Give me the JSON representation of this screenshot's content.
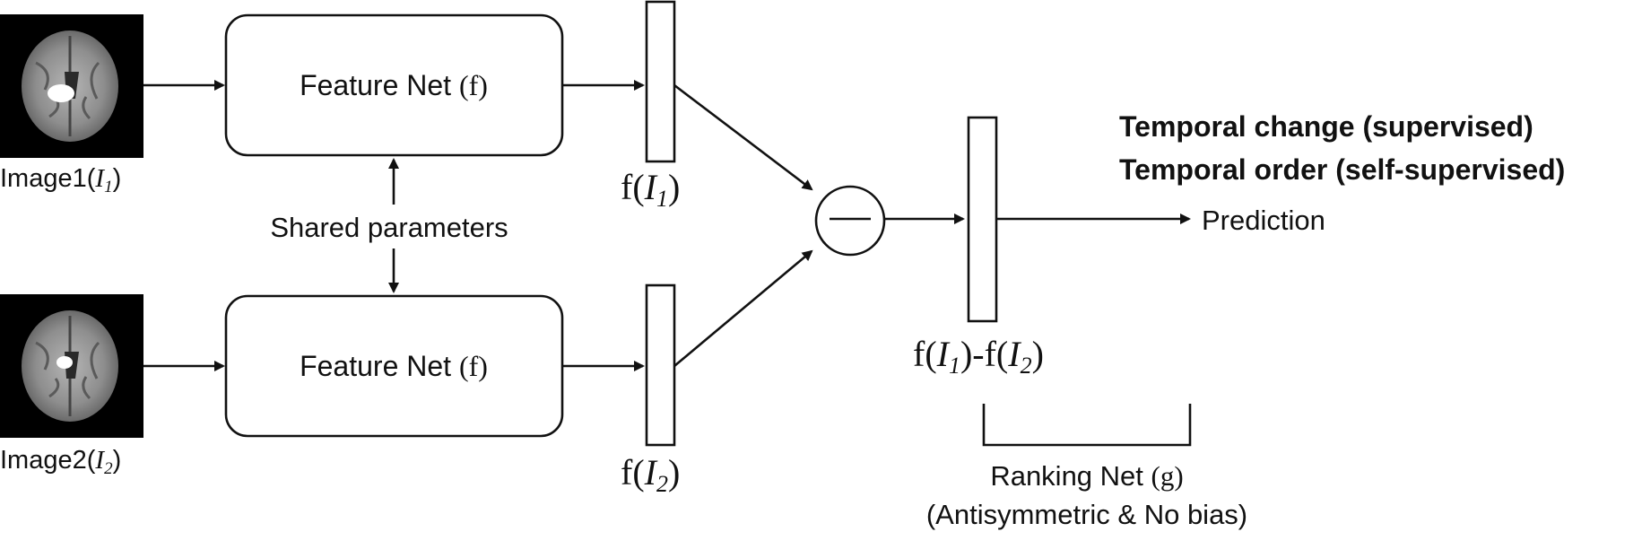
{
  "inputs": {
    "image1": {
      "prefix": "Image1(",
      "sym": "I",
      "sub": "1",
      "suffix": ")"
    },
    "image2": {
      "prefix": "Image2(",
      "sym": "I",
      "sub": "2",
      "suffix": ")"
    }
  },
  "feature_net": {
    "label": "Feature Net",
    "fn": "(f)"
  },
  "shared_params": "Shared parameters",
  "features": {
    "f1": {
      "fn": "f(",
      "sym": "I",
      "sub": "1",
      "close": ")"
    },
    "f2": {
      "fn": "f(",
      "sym": "I",
      "sub": "2",
      "close": ")"
    }
  },
  "difference": {
    "fn1": "f(",
    "sym1": "I",
    "sub1": "1",
    "mid": ")-f(",
    "sym2": "I",
    "sub2": "2",
    "close": ")"
  },
  "ranking_net": {
    "label": "Ranking Net",
    "fn": "(g)",
    "note": "(Antisymmetric & No bias)"
  },
  "tasks": {
    "supervised": "Temporal change (supervised)",
    "self_supervised": "Temporal order (self-supervised)"
  },
  "output": "Prediction",
  "colors": {
    "line": "#111111",
    "image_bg": "#000000",
    "brain": "#9a9a9a",
    "lesion": "#ffffff"
  }
}
